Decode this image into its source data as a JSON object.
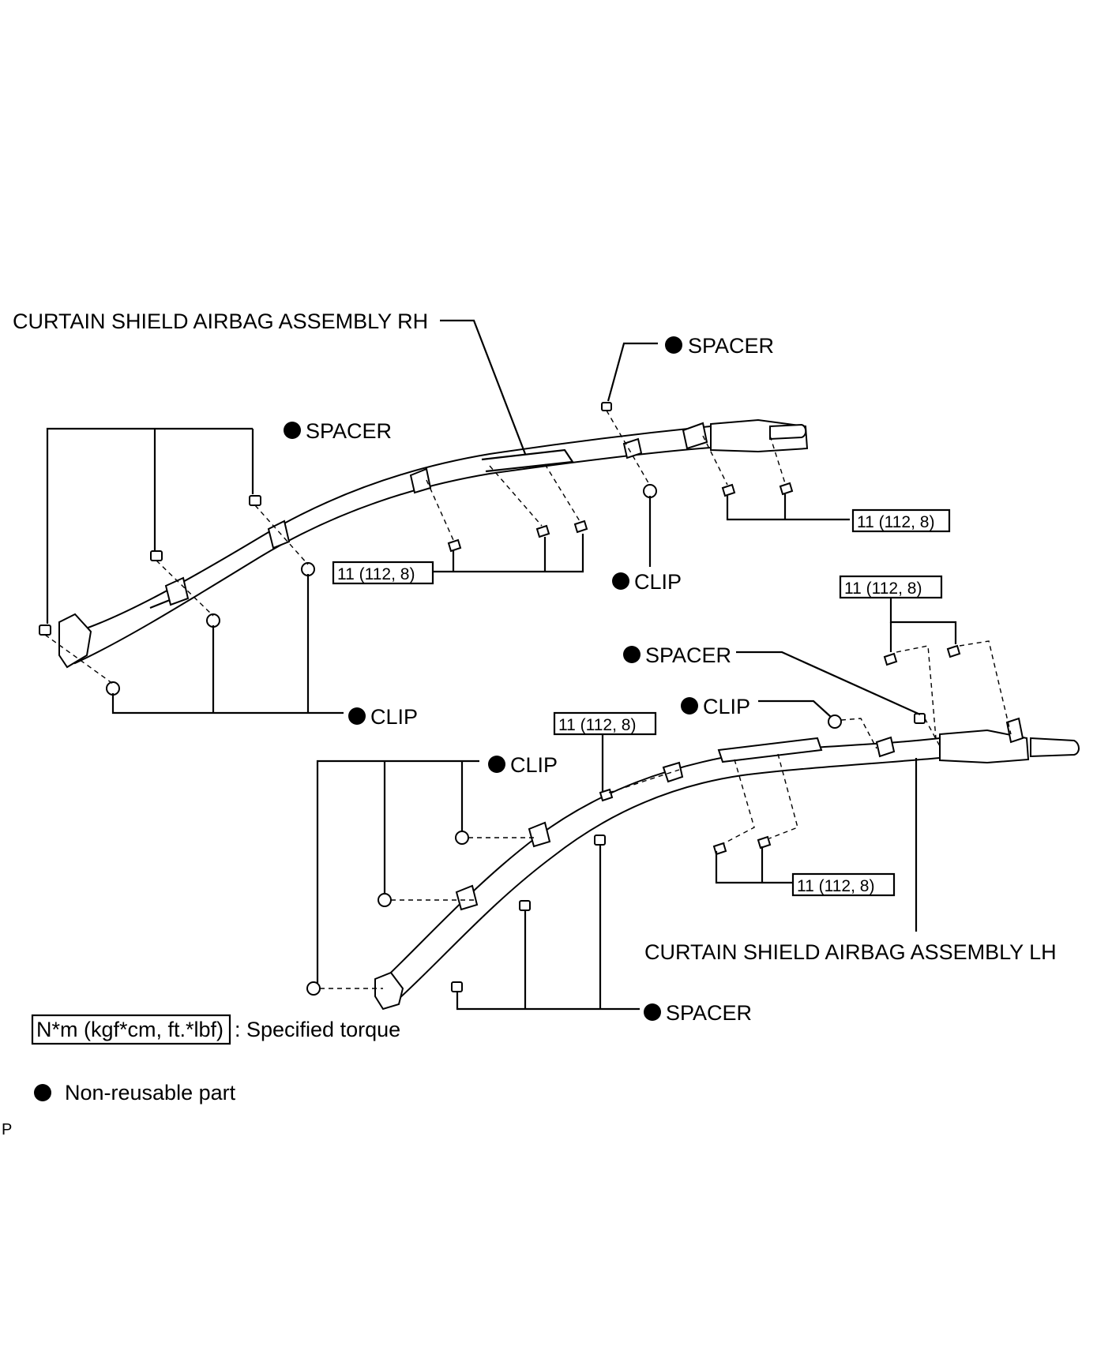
{
  "labels": {
    "rh_assembly": "CURTAIN SHIELD AIRBAG ASSEMBLY RH",
    "lh_assembly": "CURTAIN SHIELD AIRBAG ASSEMBLY LH",
    "spacer": "SPACER",
    "clip": "CLIP"
  },
  "torque": {
    "value": "11 (112, 8)"
  },
  "legend": {
    "torque_units": "N*m (kgf*cm, ft.*lbf)",
    "torque_desc": ": Specified torque",
    "nonreusable": "Non-reusable part"
  },
  "corner_mark": "P"
}
